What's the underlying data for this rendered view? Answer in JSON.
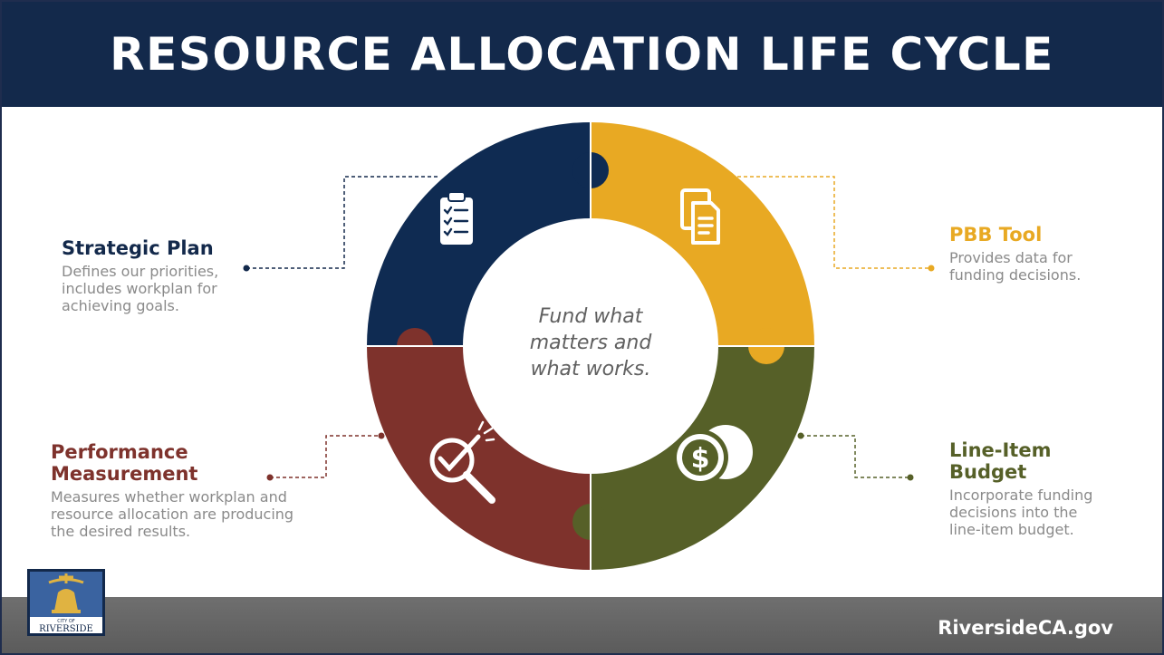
{
  "title": "RESOURCE ALLOCATION LIFE CYCLE",
  "center_text": "Fund what matters and what works.",
  "footer_url": "RiversideCA.gov",
  "logo_text": "CITY OF RIVERSIDE",
  "colors": {
    "header": "#13294b",
    "strategic": "#0f2b52",
    "pbb": "#e8a923",
    "budget": "#566028",
    "performance": "#7e322c",
    "description": "#8a8a8a"
  },
  "callouts": {
    "strategic_plan": {
      "title": "Strategic Plan",
      "desc": "Defines our priorities, includes workplan for achieving goals.",
      "icon": "clipboard-checklist-icon"
    },
    "pbb_tool": {
      "title": "PBB Tool",
      "desc": "Provides data for funding decisions.",
      "icon": "documents-icon"
    },
    "line_item_budget": {
      "title": "Line-Item Budget",
      "desc": "Incorporate funding decisions into the line-item budget.",
      "icon": "dollar-coins-icon"
    },
    "performance_measurement": {
      "title": "Performance Measurement",
      "desc": "Measures whether workplan and resource allocation are producing the desired results.",
      "icon": "magnifier-check-icon"
    }
  }
}
